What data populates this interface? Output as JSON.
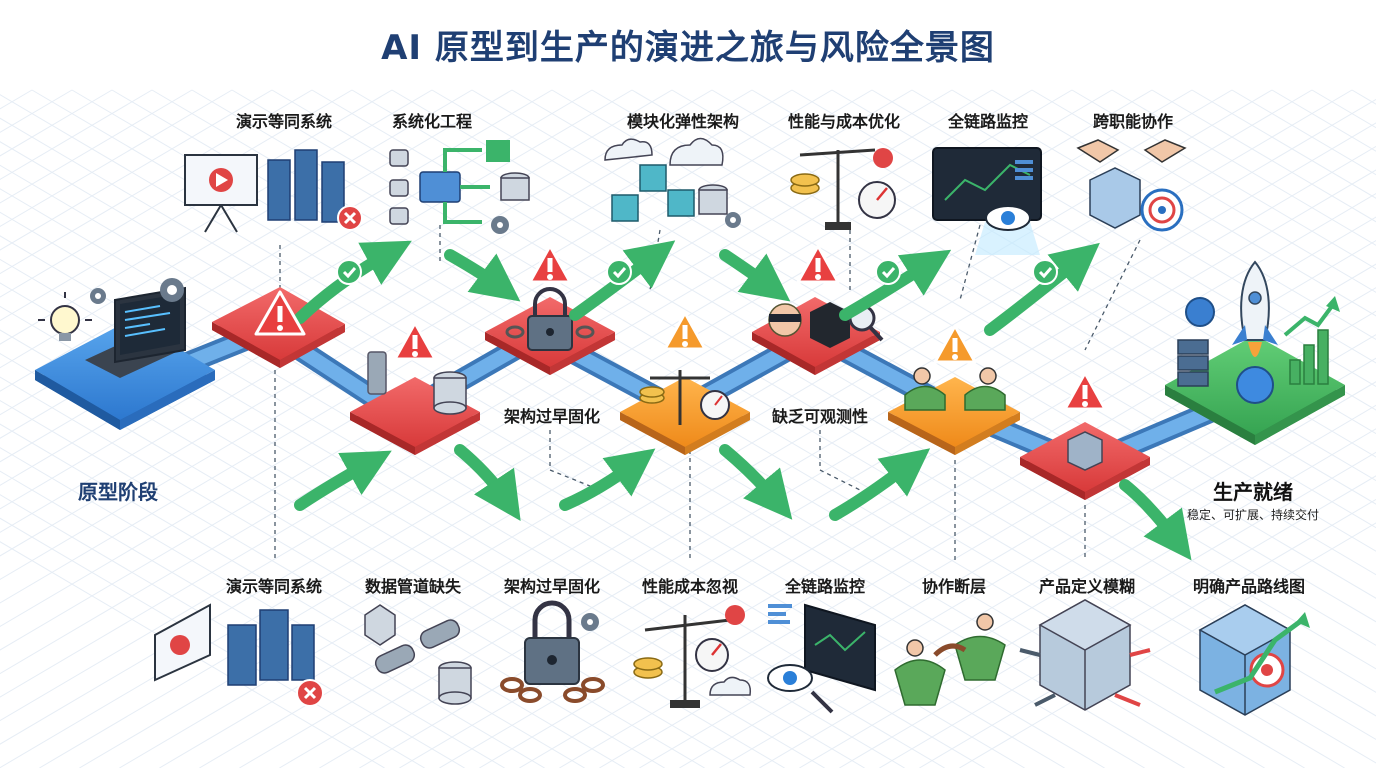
{
  "title": "AI 原型到生产的演进之旅与风险全景图",
  "start": {
    "label": "原型阶段"
  },
  "end": {
    "label": "生产就绪",
    "sub": "稳定、可扩展、持续交付"
  },
  "top_labels": [
    "演示等同系统",
    "系统化工程",
    "模块化弹性架构",
    "性能与成本优化",
    "全链路监控",
    "跨职能协作"
  ],
  "mid_labels": [
    "架构过早固化",
    "缺乏可观测性"
  ],
  "bottom_labels": [
    "演示等同系统",
    "数据管道缺失",
    "架构过早固化",
    "性能成本忽视",
    "全链路监控",
    "协作断层",
    "产品定义模糊",
    "明确产品路线图"
  ],
  "colors": {
    "risk_red": "#e84a4a",
    "warn_orange": "#f59a2c",
    "success_green": "#3bb46a",
    "path_blue": "#4f8fd6",
    "start_blue": "#2f7fd8",
    "end_green": "#45b65d",
    "title_navy": "#1f3f73"
  },
  "icons": {
    "risk": "warning-triangle-icon",
    "ok": "check-circle-icon",
    "start": "laptop-lightbulb-icon",
    "end": "rocket-icon"
  }
}
